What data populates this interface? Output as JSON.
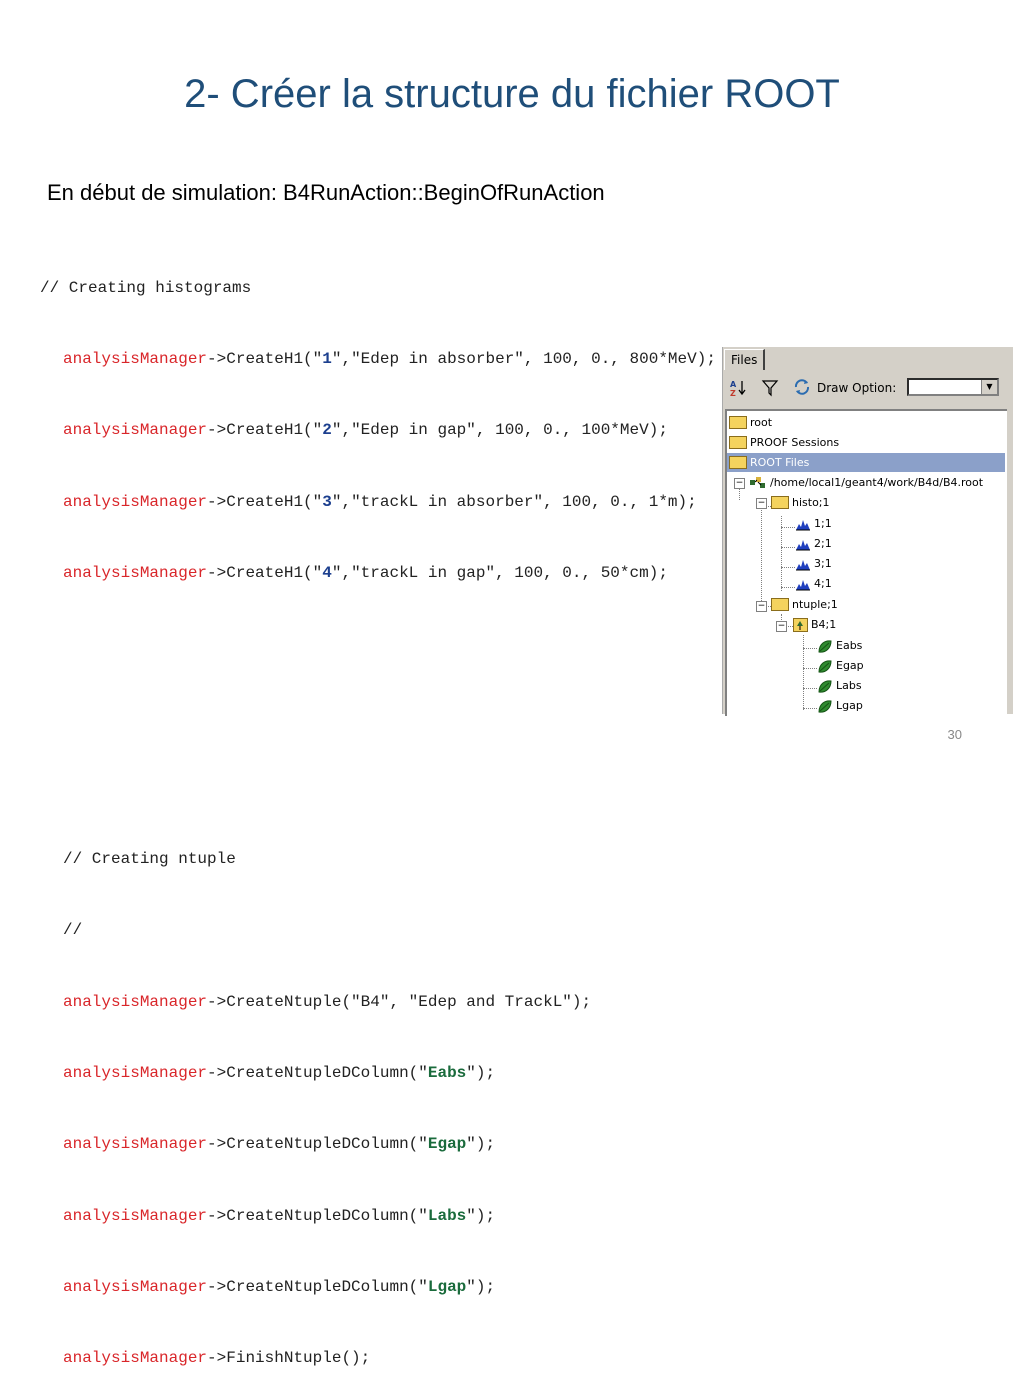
{
  "slide": {
    "title": "2- Créer la structure du fichier ROOT",
    "subtitle": "En début de simulation: B4RunAction::BeginOfRunAction",
    "page_number": "30"
  },
  "code": {
    "comment_histograms": "// Creating histograms",
    "manager": "analysisManager",
    "arrow": "->",
    "h1": [
      {
        "pre": "CreateH1(\"",
        "id": "1",
        "post": "\",\"Edep in absorber\", 100, 0., 800*MeV);"
      },
      {
        "pre": "CreateH1(\"",
        "id": "2",
        "post": "\",\"Edep in gap\", 100, 0., 100*MeV);"
      },
      {
        "pre": "CreateH1(\"",
        "id": "3",
        "post": "\",\"trackL in absorber\", 100, 0., 1*m);"
      },
      {
        "pre": "CreateH1(\"",
        "id": "4",
        "post": "\",\"trackL in gap\", 100, 0., 50*cm);"
      }
    ],
    "comment_ntuple": "// Creating ntuple",
    "comment_slashes": "//",
    "create_ntuple": "CreateNtuple(\"B4\", \"Edep and TrackL\");",
    "columns": [
      {
        "pre": "CreateNtupleDColumn(\"",
        "name": "Eabs",
        "post": "\");"
      },
      {
        "pre": "CreateNtupleDColumn(\"",
        "name": "Egap",
        "post": "\");"
      },
      {
        "pre": "CreateNtupleDColumn(\"",
        "name": "Labs",
        "post": "\");"
      },
      {
        "pre": "CreateNtupleDColumn(\"",
        "name": "Lgap",
        "post": "\");"
      }
    ],
    "finish": "FinishNtuple();"
  },
  "browser": {
    "tab_label": "Files",
    "draw_option_label": "Draw Option:",
    "draw_option_value": "",
    "tree": {
      "root": "root",
      "proof": "PROOF Sessions",
      "root_files": "ROOT Files",
      "file": "/home/local1/geant4/work/B4d/B4.root",
      "histo_dir": "histo;1",
      "histos": [
        "1;1",
        "2;1",
        "3;1",
        "4;1"
      ],
      "ntuple_dir": "ntuple;1",
      "ntuple": "B4;1",
      "leaves": [
        "Eabs",
        "Egap",
        "Labs",
        "Lgap"
      ]
    },
    "colors": {
      "selection": "#8ba0c9",
      "folder": "#f4d35e"
    }
  }
}
